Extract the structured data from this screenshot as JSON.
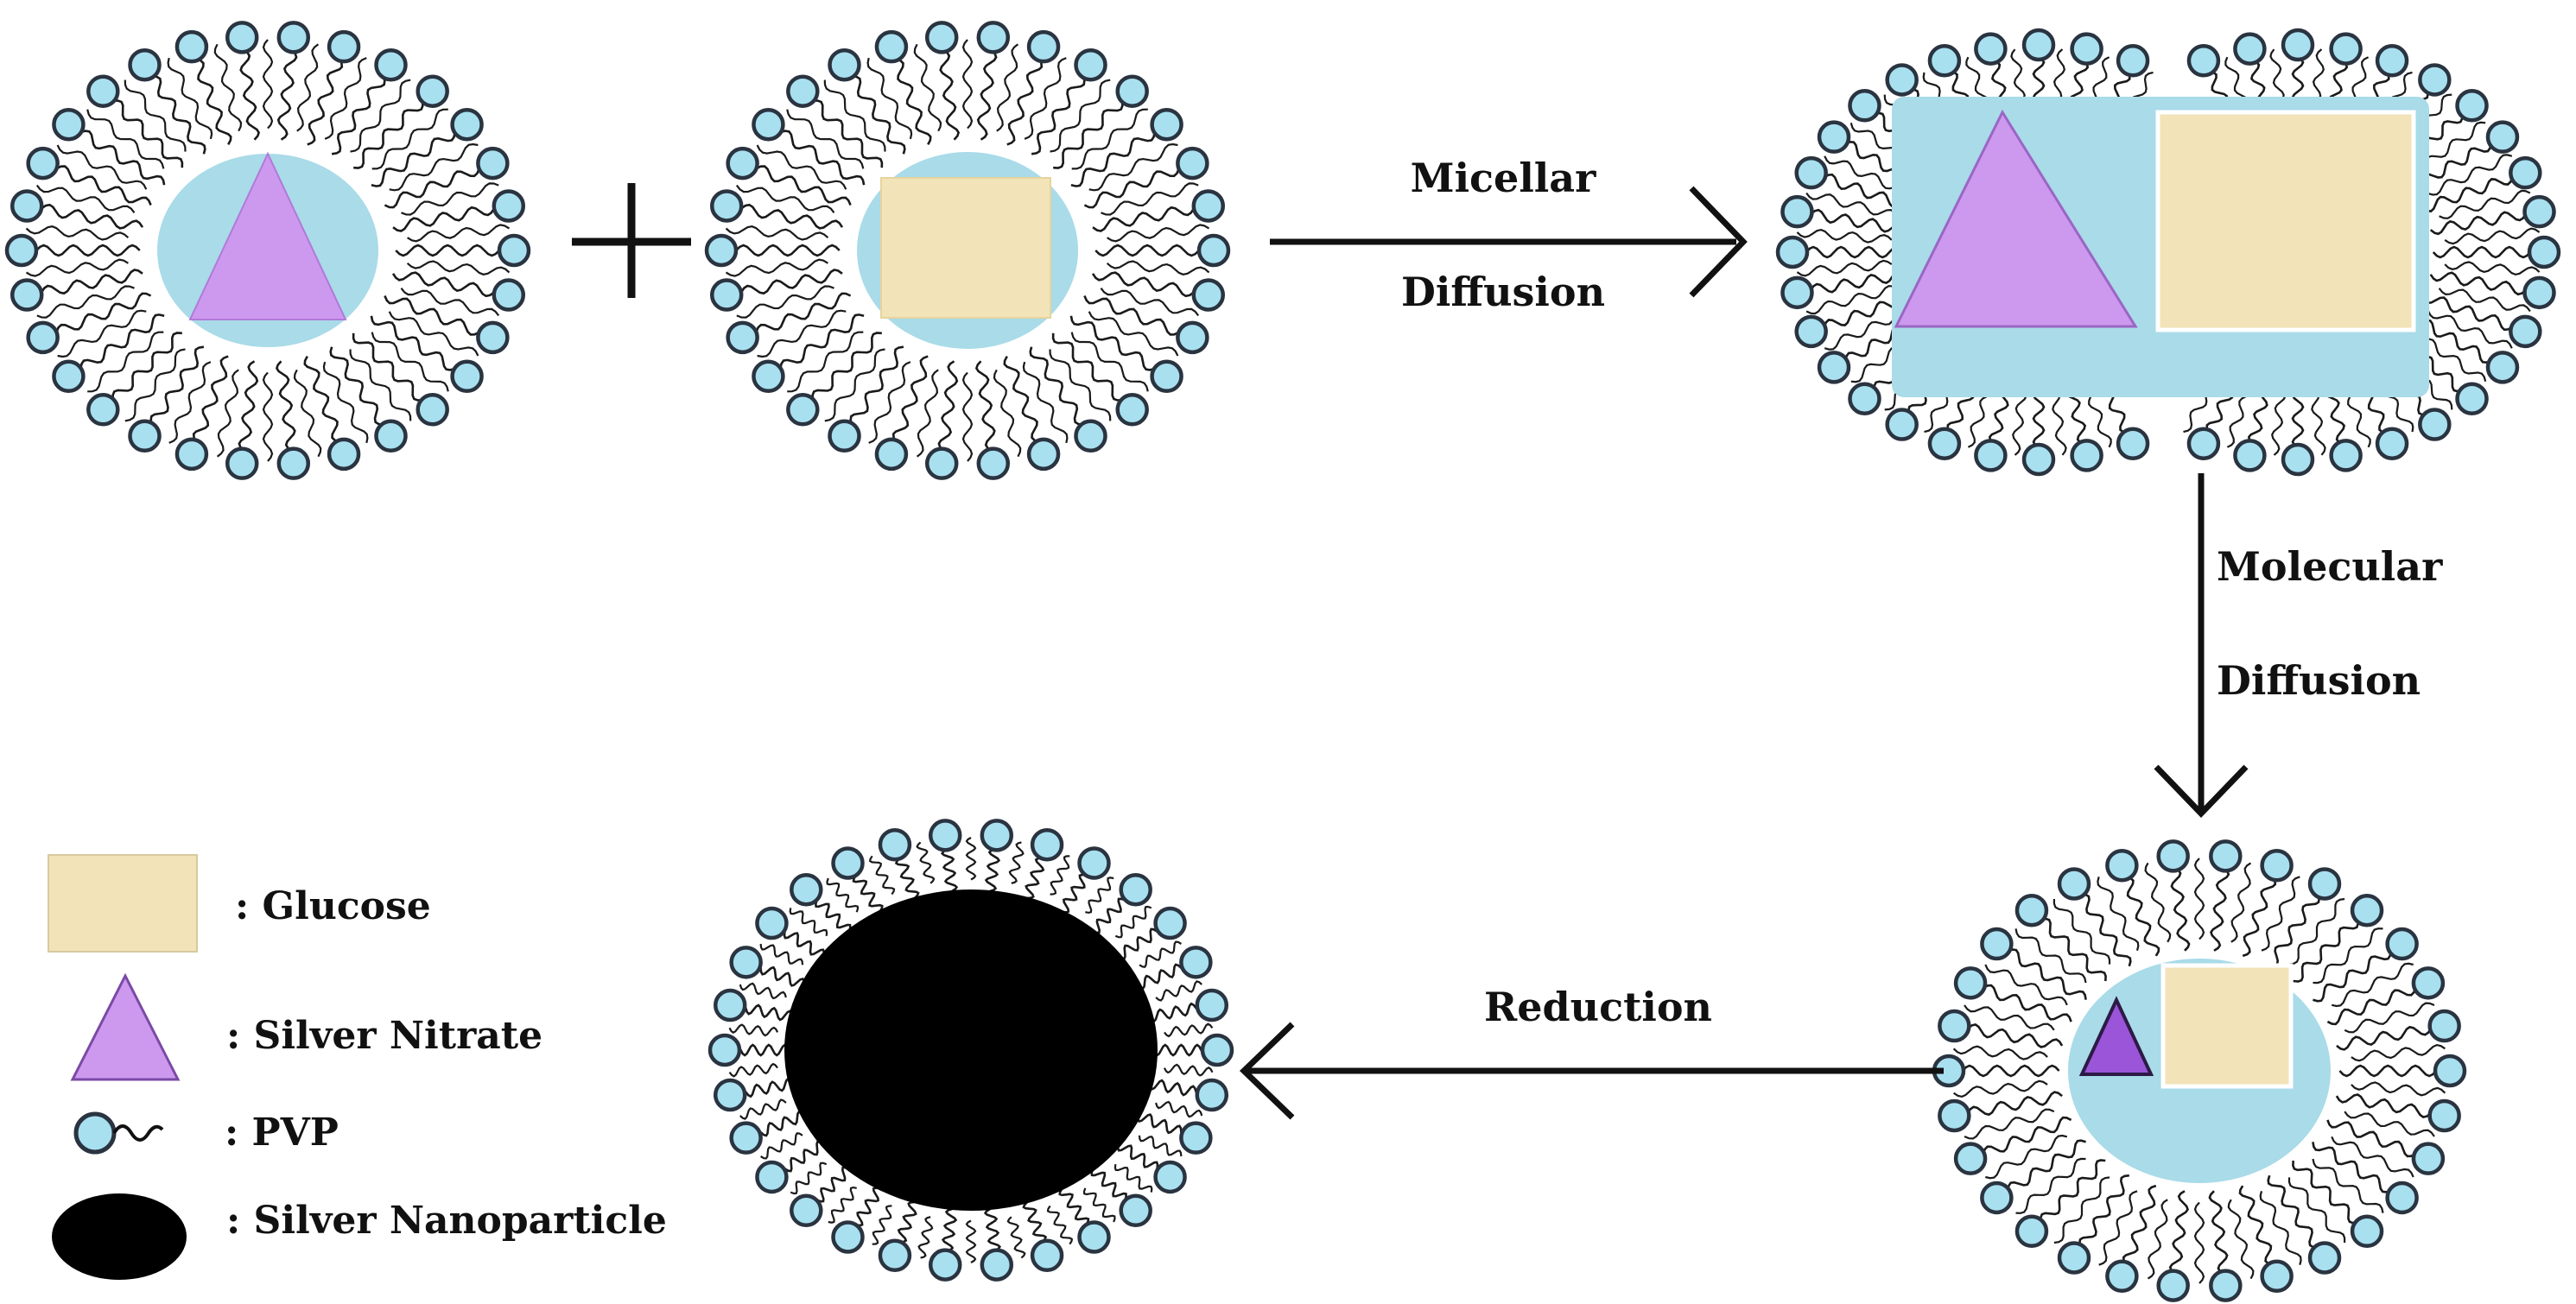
{
  "labels": {
    "micellar": "Micellar",
    "diffusion_1": "Diffusion",
    "molecular": "Molecular",
    "diffusion_2": "Diffusion",
    "reduction": "Reduction"
  },
  "legend": [
    {
      "symbol": "glucose",
      "text": ": Glucose"
    },
    {
      "symbol": "silver-nitrate",
      "text": ": Silver Nitrate"
    },
    {
      "symbol": "pvp",
      "text": ": PVP"
    },
    {
      "symbol": "silver-nanoparticle",
      "text": ": Silver Nanoparticle"
    }
  ],
  "colors": {
    "water_core": "#a9dbe8",
    "glucose": "#f2e3b8",
    "silver_nitrate": "#cc99ee",
    "silver_nitrate_small": "#9a55d8",
    "pvp_head": "#a8e0f0",
    "pvp_head_stroke": "#2a3440",
    "nanoparticle": "#000000",
    "line": "#111111"
  },
  "icons": {
    "plus": "plus-icon",
    "arrow_right": "arrow-right-icon",
    "arrow_down": "arrow-down-icon",
    "arrow_left": "arrow-left-icon"
  }
}
